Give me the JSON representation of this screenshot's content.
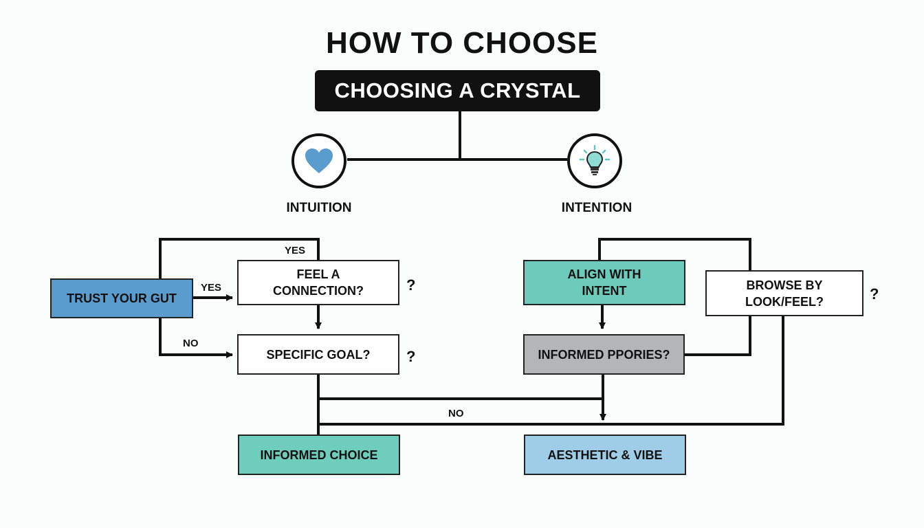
{
  "title": "HOW TO CHOOSE",
  "root": "CHOOSING A CRYSTAL",
  "branches": {
    "left": {
      "label": "INTUITION",
      "icon": "heart-icon",
      "icon_color": "#5b9ccf"
    },
    "right": {
      "label": "INTENTION",
      "icon": "lightbulb-icon",
      "icon_color": "#5ec8c0"
    }
  },
  "nodes": {
    "trust_gut": "TRUST YOUR GUT",
    "feel_connection": "FEEL A CONNECTION?",
    "specific_goal": "SPECIFIC GOAL?",
    "align_intent": "ALIGN WITH INTENT",
    "informed_priorities": "INFORMED PPORIES?",
    "browse_look": "BROWSE BY LOOK/FEEL?",
    "informed_choice": "INFORMED CHOICE",
    "aesthetic_vibe": "AESTHETIC & VIBE"
  },
  "edge_labels": {
    "yes_top": "YES",
    "yes_mid": "YES",
    "no_left": "NO",
    "no_bottom": "NO"
  },
  "question_mark": "?",
  "colors": {
    "trust_gut": "#5b9ccf",
    "align_intent": "#6ccbbb",
    "informed_priorities": "#b3b5b7",
    "informed_choice": "#6fcdbb",
    "aesthetic_vibe": "#9fcde8"
  }
}
